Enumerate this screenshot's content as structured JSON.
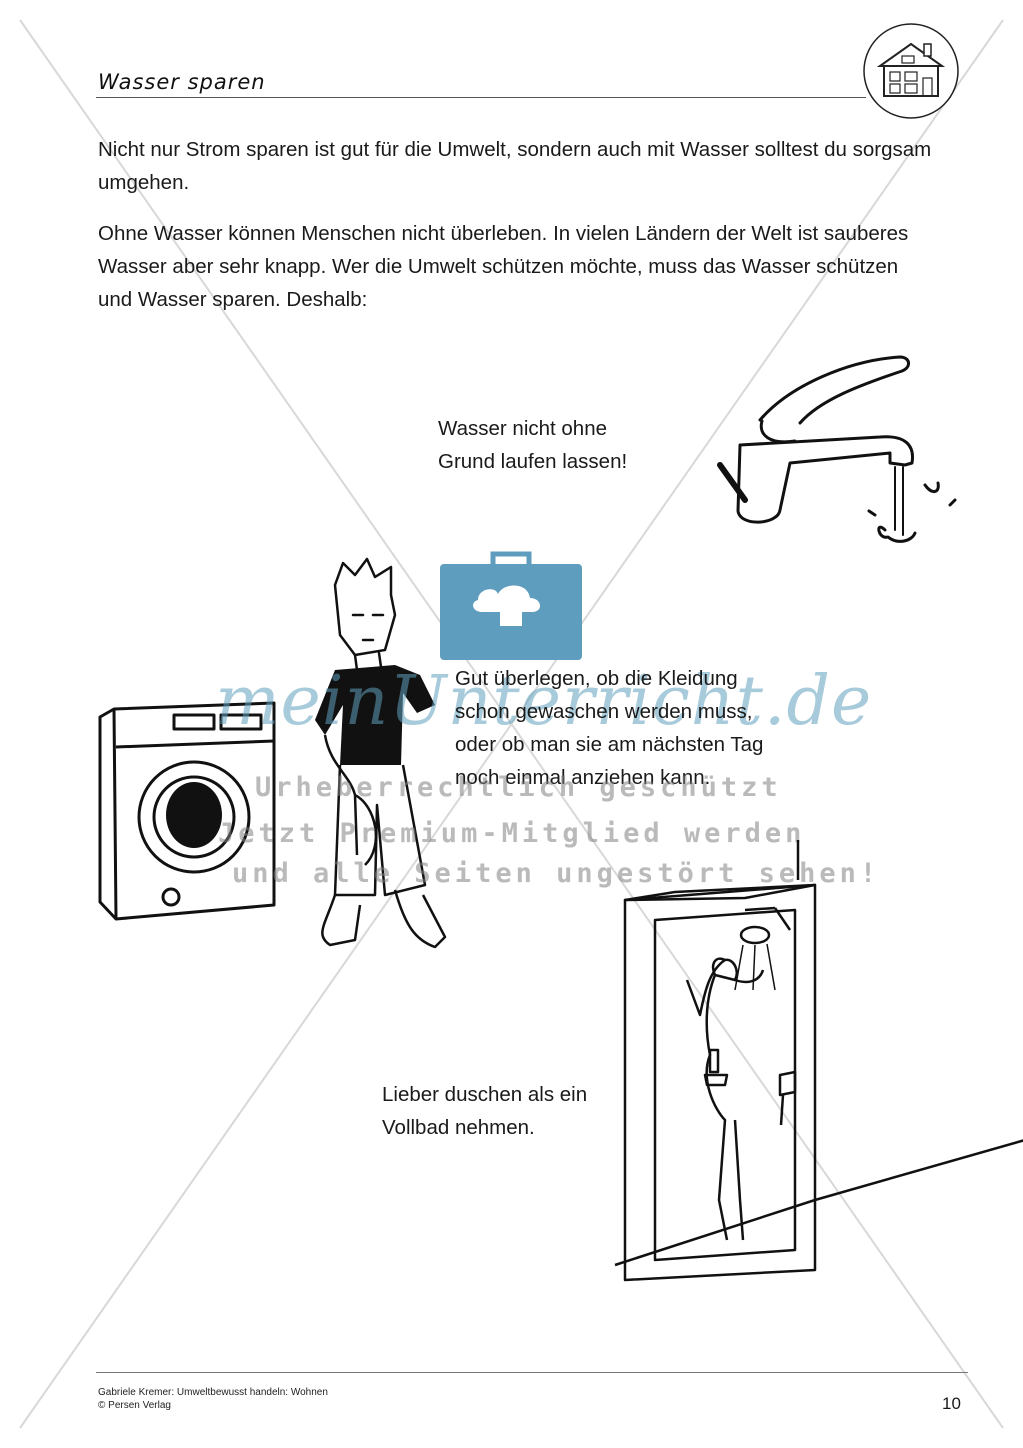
{
  "header": {
    "title": "Wasser sparen"
  },
  "intro": [
    "Nicht nur Strom sparen ist gut für die Umwelt, sondern auch mit Wasser solltest du sorgsam umgehen.",
    "Ohne Wasser können Menschen nicht überleben. In vielen Ländern der Welt ist sauberes Wasser aber sehr knapp. Wer die Umwelt schützen möchte, muss das Wasser schützen und Wasser sparen. Deshalb:"
  ],
  "tips": [
    {
      "line1": "Wasser nicht ohne",
      "line2": "Grund laufen lassen!",
      "icon": "faucet-icon"
    },
    {
      "line1": "Gut überlegen, ob die Kleidung",
      "line2": "schon gewaschen werden muss,",
      "line3": "oder ob man sie am nächsten Tag",
      "line4": "noch einmal anziehen kann.",
      "icon": "washing-machine-icon"
    },
    {
      "line1": "Lieber duschen als ein",
      "line2": "Vollbad nehmen.",
      "icon": "shower-icon"
    }
  ],
  "watermark": {
    "brand": "meinUnterricht.de",
    "line1": "Urheberrechtlich geschützt",
    "line2": "Jetzt Premium-Mitglied werden",
    "line3": "und alle Seiten ungestört sehen!",
    "color": "#60a0be"
  },
  "footer": {
    "credit": "Gabriele Kremer: Umweltbewusst handeln: Wohnen",
    "publisher": "© Persen Verlag",
    "page_number": "10"
  }
}
